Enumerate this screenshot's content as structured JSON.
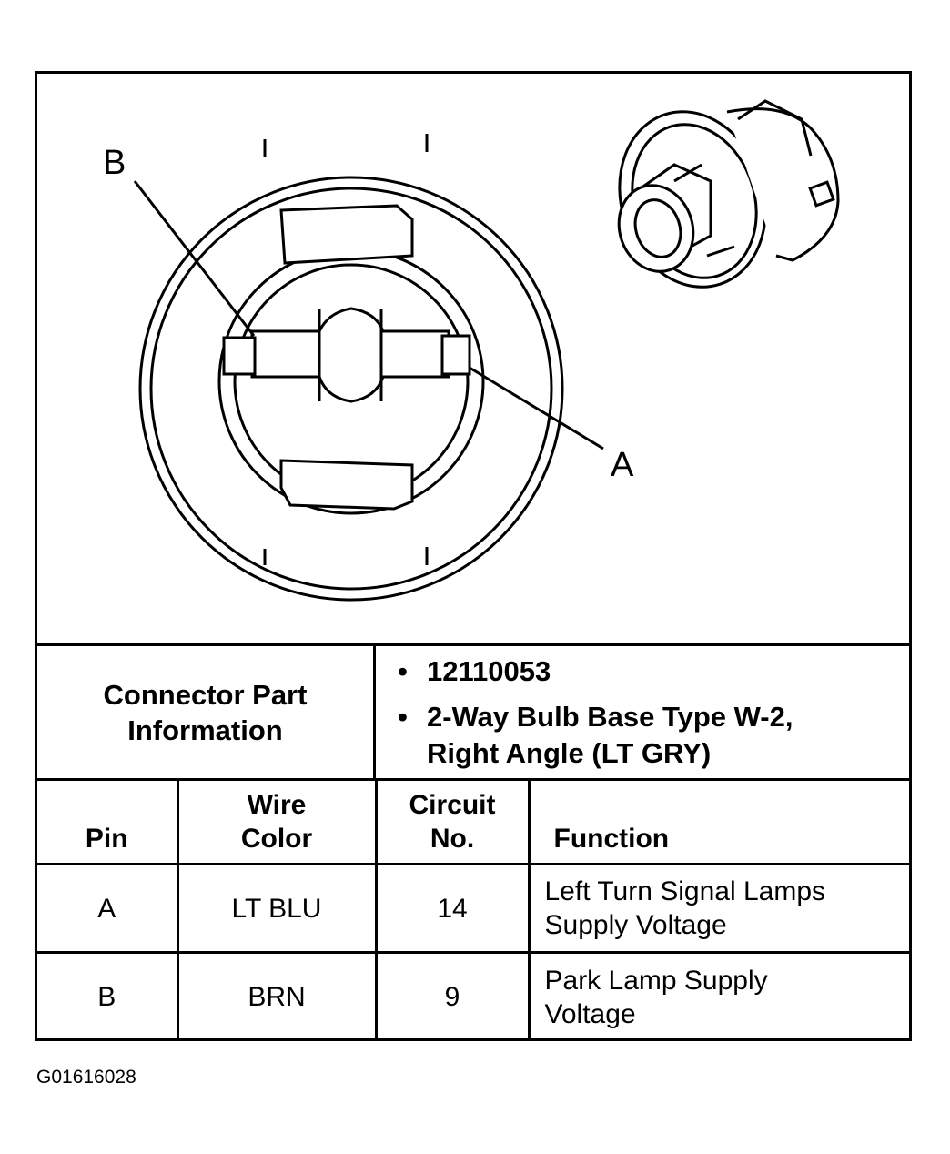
{
  "diagram": {
    "pin_labels": {
      "b": "B",
      "a": "A"
    }
  },
  "connector_info": {
    "label_line1": "Connector Part",
    "label_line2": "Information",
    "items": [
      {
        "line1": "12110053",
        "line2": ""
      },
      {
        "line1": "2-Way Bulb Base Type W-2,",
        "line2": "Right Angle (LT GRY)"
      }
    ]
  },
  "pin_table": {
    "headers": {
      "pin": "Pin",
      "wire_color_1": "Wire",
      "wire_color_2": "Color",
      "circuit_1": "Circuit",
      "circuit_2": "No.",
      "function": "Function"
    },
    "rows": [
      {
        "pin": "A",
        "wire_color": "LT BLU",
        "circuit": "14",
        "function_1": "Left Turn Signal Lamps",
        "function_2": "Supply Voltage"
      },
      {
        "pin": "B",
        "wire_color": "BRN",
        "circuit": "9",
        "function_1": "Park Lamp Supply",
        "function_2": "Voltage"
      }
    ]
  },
  "figure_id": "G01616028"
}
